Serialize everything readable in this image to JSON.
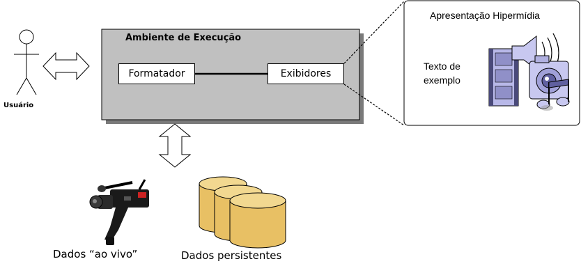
{
  "environment": {
    "title": "Ambiente de Execução"
  },
  "user": {
    "label": "Usuário"
  },
  "components": {
    "formatter": "Formatador",
    "players": "Exibidores"
  },
  "hypermedia": {
    "title": "Apresentação Hipermídia",
    "sample_text": "Texto de exemplo"
  },
  "sources": {
    "live": "Dados “ao vivo”",
    "persistent": "Dados persistentes"
  },
  "colors": {
    "environment_fill": "#c0c0c0",
    "database_fill": "#e8c064",
    "icon_purple": "#b0b0e0"
  },
  "icons": [
    "stick-figure-icon",
    "double-arrow-icon",
    "video-camera-icon",
    "database-icon",
    "film-strip-icon",
    "speaker-icon",
    "camera-icon",
    "music-notes-icon"
  ]
}
